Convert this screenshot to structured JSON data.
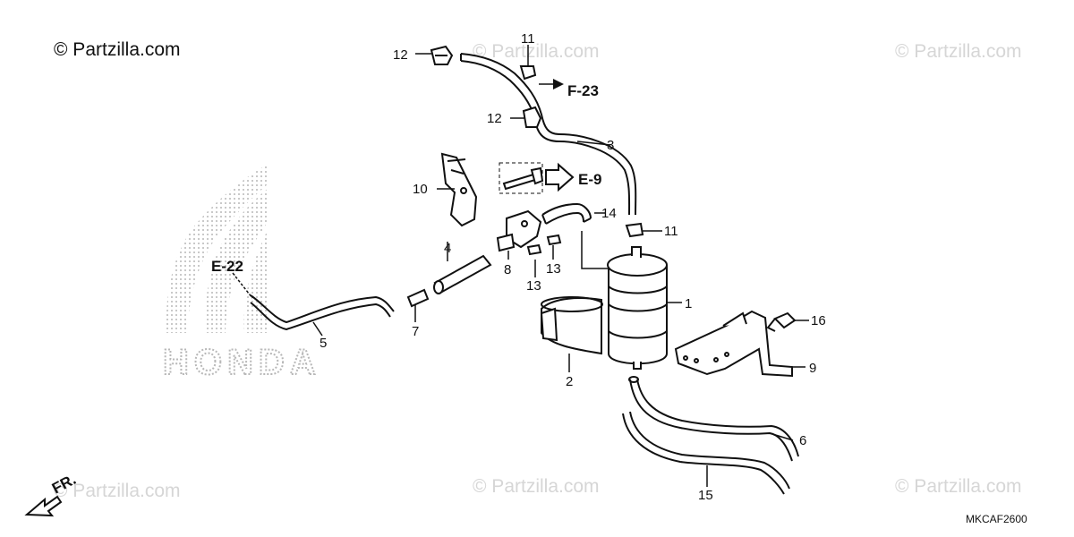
{
  "copyright": "© Partzilla.com",
  "watermark": "© Partzilla.com",
  "diagram_code": "MKCAF2600",
  "brand_logo": "HONDA",
  "front_marker": "FR.",
  "refs": {
    "f23": "F-23",
    "e9": "E-9",
    "e22": "E-22"
  },
  "callouts": {
    "c1": "1",
    "c2": "2",
    "c3": "3",
    "c4": "4",
    "c5": "5",
    "c6": "6",
    "c7": "7",
    "c8": "8",
    "c9": "9",
    "c10": "10",
    "c11a": "11",
    "c11b": "11",
    "c12a": "12",
    "c12b": "12",
    "c13a": "13",
    "c13b": "13",
    "c14": "14",
    "c15": "15",
    "c16": "16"
  },
  "colors": {
    "line": "#111111",
    "watermark": "#d6d6d6",
    "logo_dots": "#b8b8b8"
  }
}
